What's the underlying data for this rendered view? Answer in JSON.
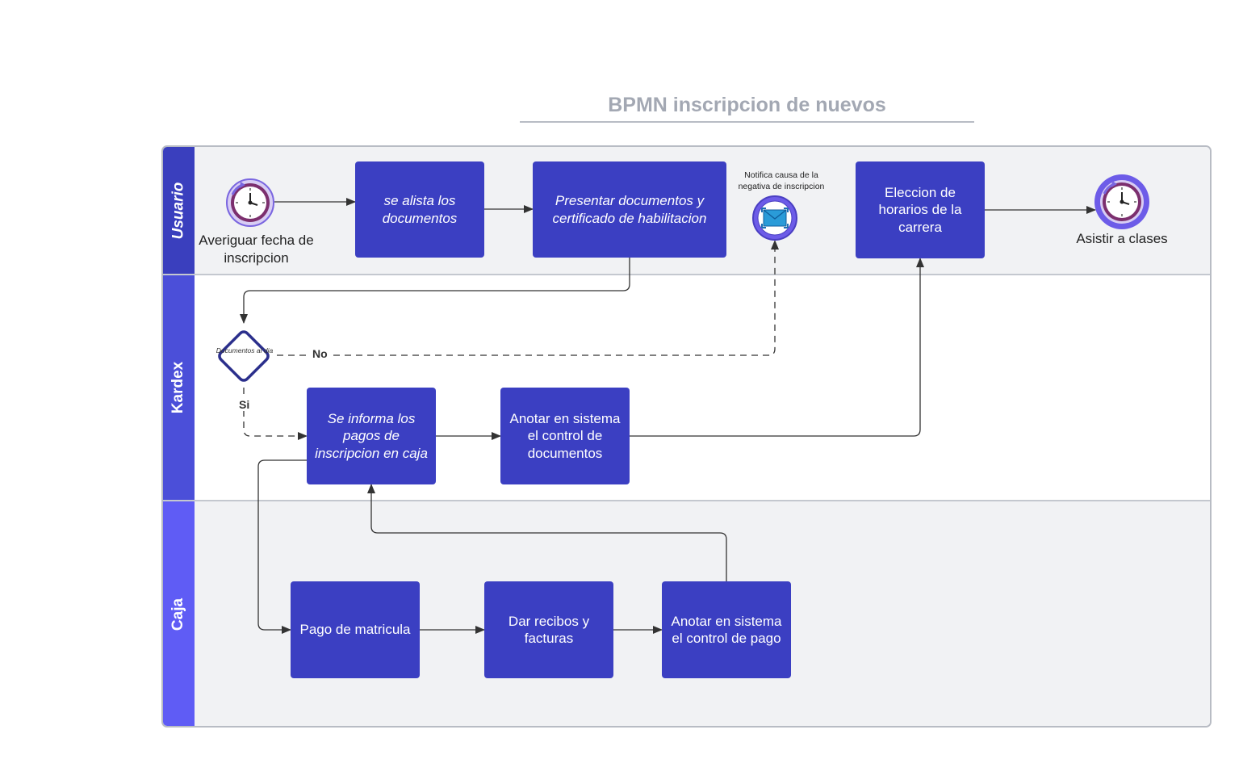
{
  "title": "BPMN inscripcion de nuevos",
  "lanes": {
    "usuario": "Usuario",
    "kardex": "Kardex",
    "caja": "Caja"
  },
  "events": {
    "start_label": "Averiguar fecha de inscripcion",
    "message_label": "Notifica causa de la negativa de inscripcion",
    "end_label": "Asistir a clases"
  },
  "tasks": {
    "alista": "se alista los documentos",
    "presentar": "Presentar documentos y certificado de habilitacion",
    "eleccion": "Eleccion de horarios de la carrera",
    "informa": "Se informa los pagos de inscripcion en caja",
    "anotar_docs": "Anotar en sistema el control de documentos",
    "pago": "Pago de matricula",
    "recibos": "Dar recibos y facturas",
    "anotar_pago": "Anotar en sistema el control de pago"
  },
  "gateway": {
    "label": "Documentos al dia",
    "no_label": "No",
    "si_label": "Si"
  },
  "colors": {
    "task": "#3b3fc2",
    "lane_usuario": "#3a3fbe",
    "lane_kardex": "#4b4fd9",
    "lane_caja": "#5f5cf5",
    "event_ring": "#6d5ce8",
    "gateway_stroke": "#2b2f8c"
  },
  "icons": {
    "start": "clock-icon",
    "end": "clock-icon",
    "message": "envelope-icon"
  }
}
